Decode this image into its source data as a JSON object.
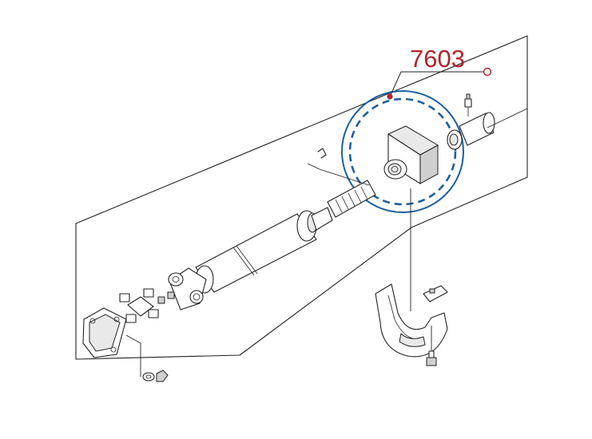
{
  "callout": {
    "part_number": "7603",
    "colors": {
      "label": "#b0252b",
      "highlight_ring": "#1f5f9e",
      "leader_dot": "#b0252b"
    }
  },
  "icons": {
    "callout_end": "hollow-circle",
    "leader_start": "filled-dot"
  }
}
